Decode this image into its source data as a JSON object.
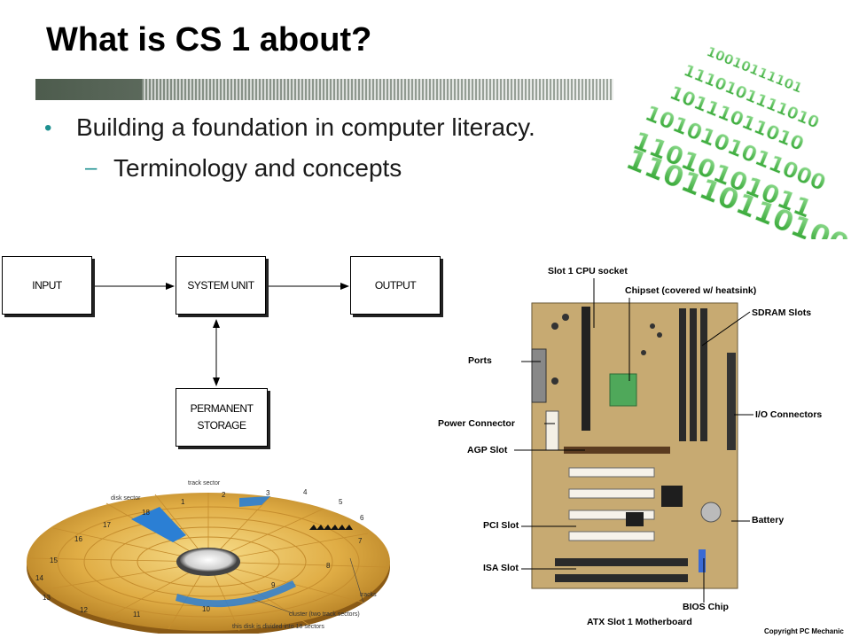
{
  "slide": {
    "title": "What is CS 1 about?",
    "bullets": [
      {
        "level": 1,
        "text": "Building a foundation in computer literacy."
      },
      {
        "level": 2,
        "text": "Terminology and concepts"
      }
    ]
  },
  "diagram": {
    "nodes": {
      "input": "INPUT",
      "system_unit": "SYSTEM UNIT",
      "output": "OUTPUT",
      "storage_line1": "PERMANENT",
      "storage_line2": "STORAGE"
    }
  },
  "motherboard": {
    "labels": {
      "cpu_socket": "Slot 1 CPU socket",
      "chipset": "Chipset (covered w/ heatsink)",
      "sdram": "SDRAM Slots",
      "ports": "Ports",
      "io_connectors": "I/O Connectors",
      "power_connector": "Power Connector",
      "agp_slot": "AGP Slot",
      "battery": "Battery",
      "pci_slot": "PCI Slot",
      "isa_slot": "ISA Slot",
      "bios_chip": "BIOS Chip",
      "caption": "ATX Slot 1 Motherboard",
      "copyright": "Copyright PC Mechanic"
    }
  },
  "disk": {
    "labels": {
      "track_sector": "track sector",
      "disk_sector": "disk sector",
      "tracks": "tracks",
      "cluster": "cluster (two track sectors)",
      "divided": "this disk is divided into 18 sectors"
    },
    "sector_numbers": [
      "1",
      "2",
      "3",
      "4",
      "5",
      "6",
      "7",
      "8",
      "9",
      "10",
      "11",
      "12",
      "13",
      "14",
      "15",
      "16",
      "17",
      "18"
    ]
  },
  "binary_graphic": {
    "rows": [
      "10010111101",
      "1110101111010",
      "10111011010",
      "1010101011000",
      "11010101011",
      "110110110100"
    ]
  },
  "colors": {
    "bullet_accent": "#1e9090",
    "disk_gold": "#d9a53a",
    "disk_sector_blue": "#2b7fd4",
    "binary_green": "#2fb52f"
  }
}
